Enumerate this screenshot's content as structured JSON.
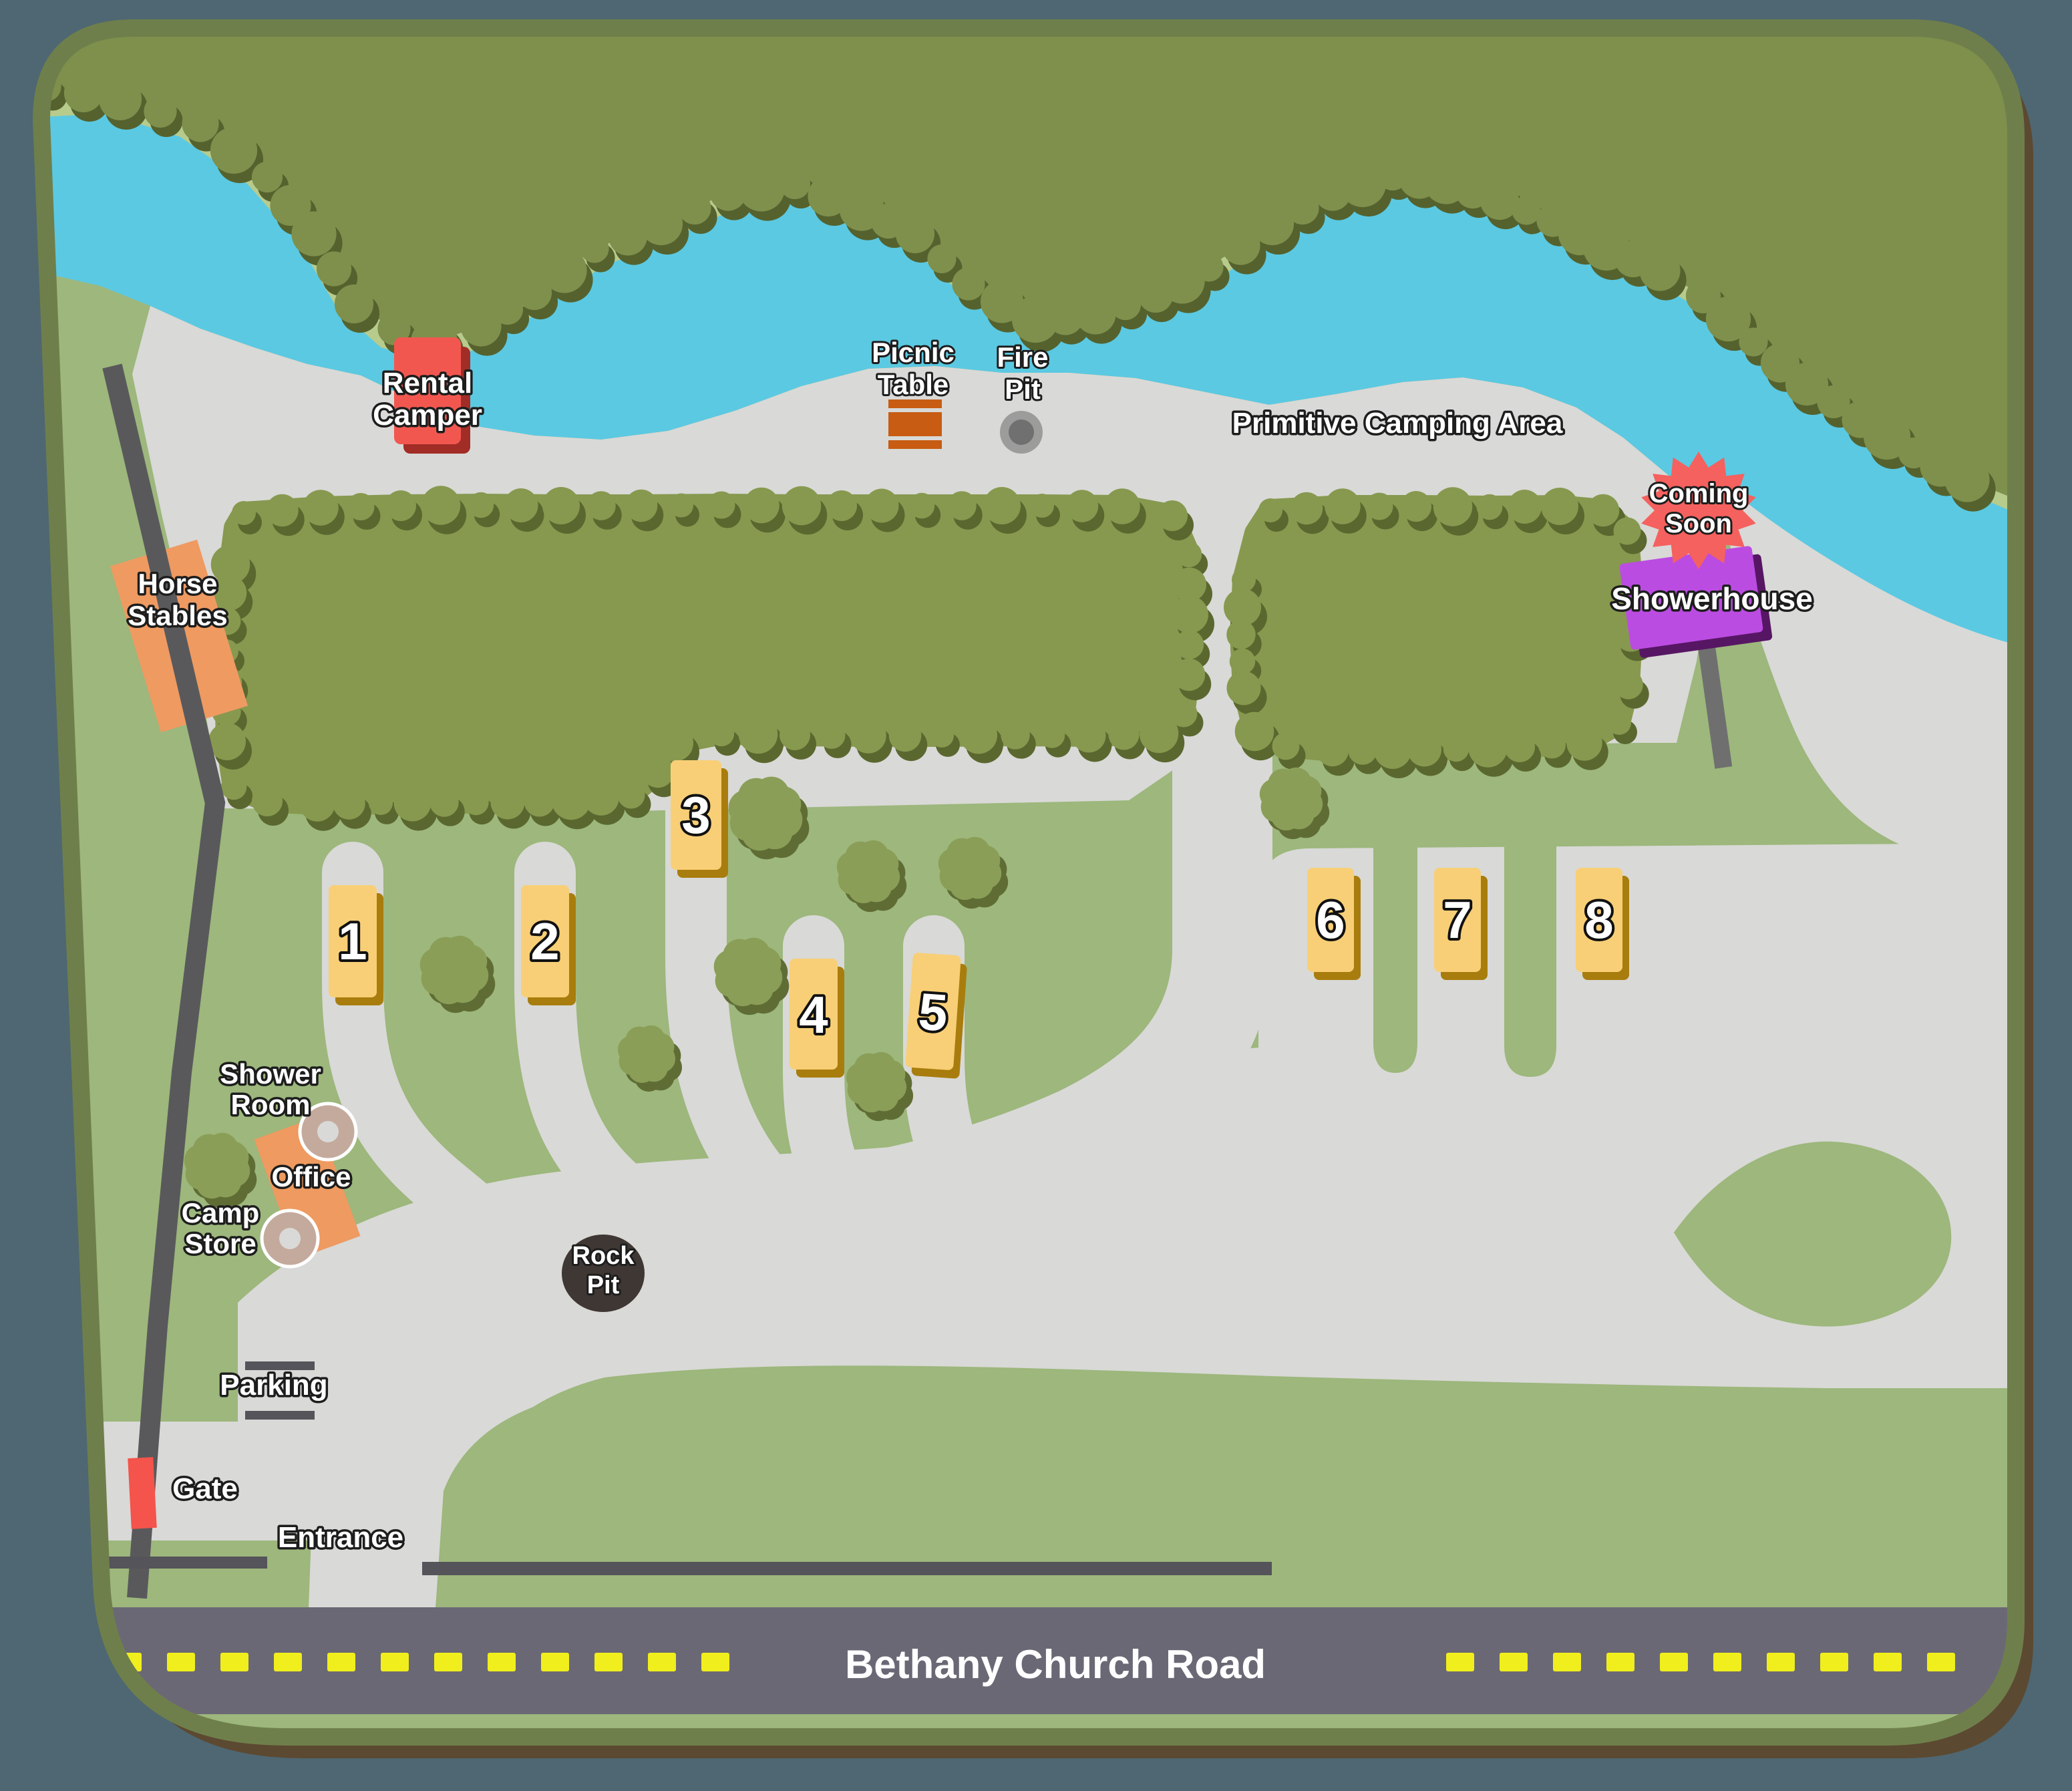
{
  "map": {
    "background_color": "#4e6772",
    "labels": {
      "rental_camper": {
        "line1": "Rental",
        "line2": "Camper"
      },
      "picnic_table": {
        "line1": "Picnic",
        "line2": "Table"
      },
      "fire_pit": {
        "line1": "Fire",
        "line2": "Pit"
      },
      "primitive_area": {
        "text": "Primitive Camping Area"
      },
      "coming_soon": {
        "line1": "Coming",
        "line2": "Soon"
      },
      "showerhouse": {
        "text": "Showerhouse"
      },
      "horse_stables": {
        "line1": "Horse",
        "line2": "Stables"
      },
      "shower_room": {
        "line1": "Shower",
        "line2": "Room"
      },
      "office": {
        "text": "Office"
      },
      "camp_store": {
        "line1": "Camp",
        "line2": "Store"
      },
      "rock_pit": {
        "line1": "Rock",
        "line2": "Pit"
      },
      "parking": {
        "text": "Parking"
      },
      "gate": {
        "text": "Gate"
      },
      "entrance": {
        "text": "Entrance"
      },
      "road": {
        "text": "Bethany Church Road"
      }
    },
    "sites": [
      {
        "number": "1"
      },
      {
        "number": "2"
      },
      {
        "number": "3"
      },
      {
        "number": "4"
      },
      {
        "number": "5"
      },
      {
        "number": "6"
      },
      {
        "number": "7"
      },
      {
        "number": "8"
      }
    ],
    "colors": {
      "water": "#5bc9e2",
      "field_green": "#9db77c",
      "bank_light_green": "#b7cb8d",
      "forest_olive": "#7e904c",
      "forest_block": "#87994f",
      "forest_shadow": "#55622e",
      "gravel_gray": "#d9d9d7",
      "paved_road": "#6b6876",
      "lane_dark": "#59595b",
      "site_yellow": "#f8cf76",
      "site_shadow": "#a87d0d",
      "camper_red": "#f2574f",
      "stables_orange": "#ef9a61",
      "picnic_orange": "#c75c12",
      "gate_red": "#f4544b",
      "showerhouse_purple": "#bb4ce2",
      "coming_soon_red": "#f5615e",
      "rock_pit_brown": "#3f3733",
      "dash_yellow": "#f0ee1c",
      "card_border": "#6f7f4b",
      "card_shadow": "#5c4931"
    }
  }
}
